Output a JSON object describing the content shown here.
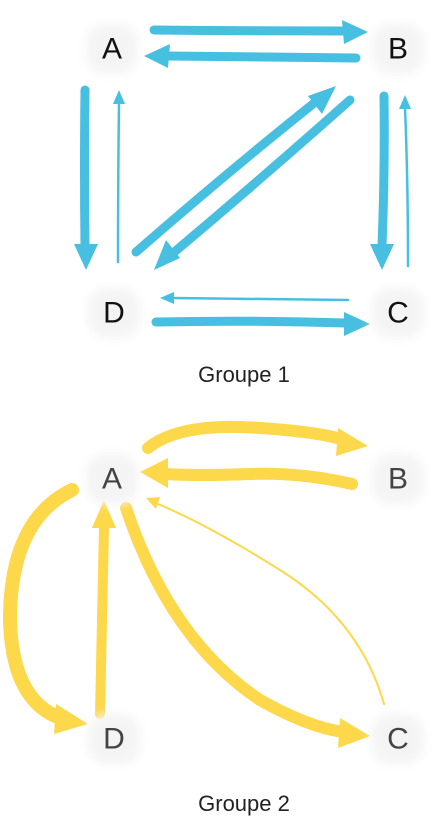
{
  "groups": [
    {
      "caption": "Groupe 1",
      "color": "#47bfe0",
      "nodes": [
        "A",
        "B",
        "C",
        "D"
      ],
      "edges": [
        {
          "from": "A",
          "to": "B",
          "weight": "heavy"
        },
        {
          "from": "B",
          "to": "A",
          "weight": "heavy"
        },
        {
          "from": "A",
          "to": "D",
          "weight": "heavy"
        },
        {
          "from": "D",
          "to": "A",
          "weight": "light"
        },
        {
          "from": "B",
          "to": "C",
          "weight": "heavy"
        },
        {
          "from": "C",
          "to": "B",
          "weight": "light"
        },
        {
          "from": "D",
          "to": "B",
          "weight": "heavy"
        },
        {
          "from": "B",
          "to": "D",
          "weight": "heavy"
        },
        {
          "from": "C",
          "to": "D",
          "weight": "light"
        },
        {
          "from": "D",
          "to": "C",
          "weight": "heavy"
        }
      ]
    },
    {
      "caption": "Groupe 2",
      "color": "#fcd84a",
      "nodes": [
        "A",
        "B",
        "C",
        "D"
      ],
      "edges": [
        {
          "from": "A",
          "to": "B",
          "weight": "heavy"
        },
        {
          "from": "B",
          "to": "A",
          "weight": "heavy"
        },
        {
          "from": "A",
          "to": "D",
          "weight": "heavy"
        },
        {
          "from": "D",
          "to": "A",
          "weight": "heavy"
        },
        {
          "from": "A",
          "to": "C",
          "weight": "heavy"
        },
        {
          "from": "C",
          "to": "A",
          "weight": "light"
        }
      ]
    }
  ]
}
